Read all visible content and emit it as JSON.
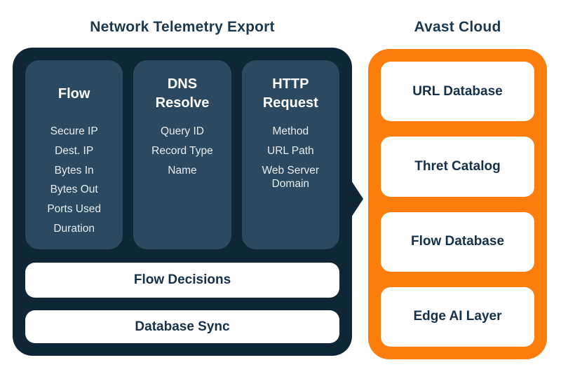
{
  "titles": {
    "left": "Network Telemetry Export",
    "right": "Avast Cloud"
  },
  "telemetry_panel": {
    "columns": [
      {
        "header": "Flow",
        "items": [
          "Secure IP",
          "Dest. IP",
          "Bytes In",
          "Bytes Out",
          "Ports Used",
          "Duration"
        ]
      },
      {
        "header": "DNS Resolve",
        "items": [
          "Query ID",
          "Record Type",
          "Name"
        ]
      },
      {
        "header": "HTTP Request",
        "items": [
          "Method",
          "URL Path",
          "Web Server Domain"
        ]
      }
    ],
    "bars": [
      "Flow Decisions",
      "Database Sync"
    ]
  },
  "cloud_panel": {
    "boxes": [
      "URL Database",
      "Thret Catalog",
      "Flow Database",
      "Edge AI Layer"
    ]
  },
  "colors": {
    "panel_dark": "#0f2636",
    "column_blue": "#2b4a61",
    "orange": "#fa7d0e",
    "text_light": "#e6ecef",
    "text_dark": "#15304a",
    "white": "#ffffff"
  }
}
